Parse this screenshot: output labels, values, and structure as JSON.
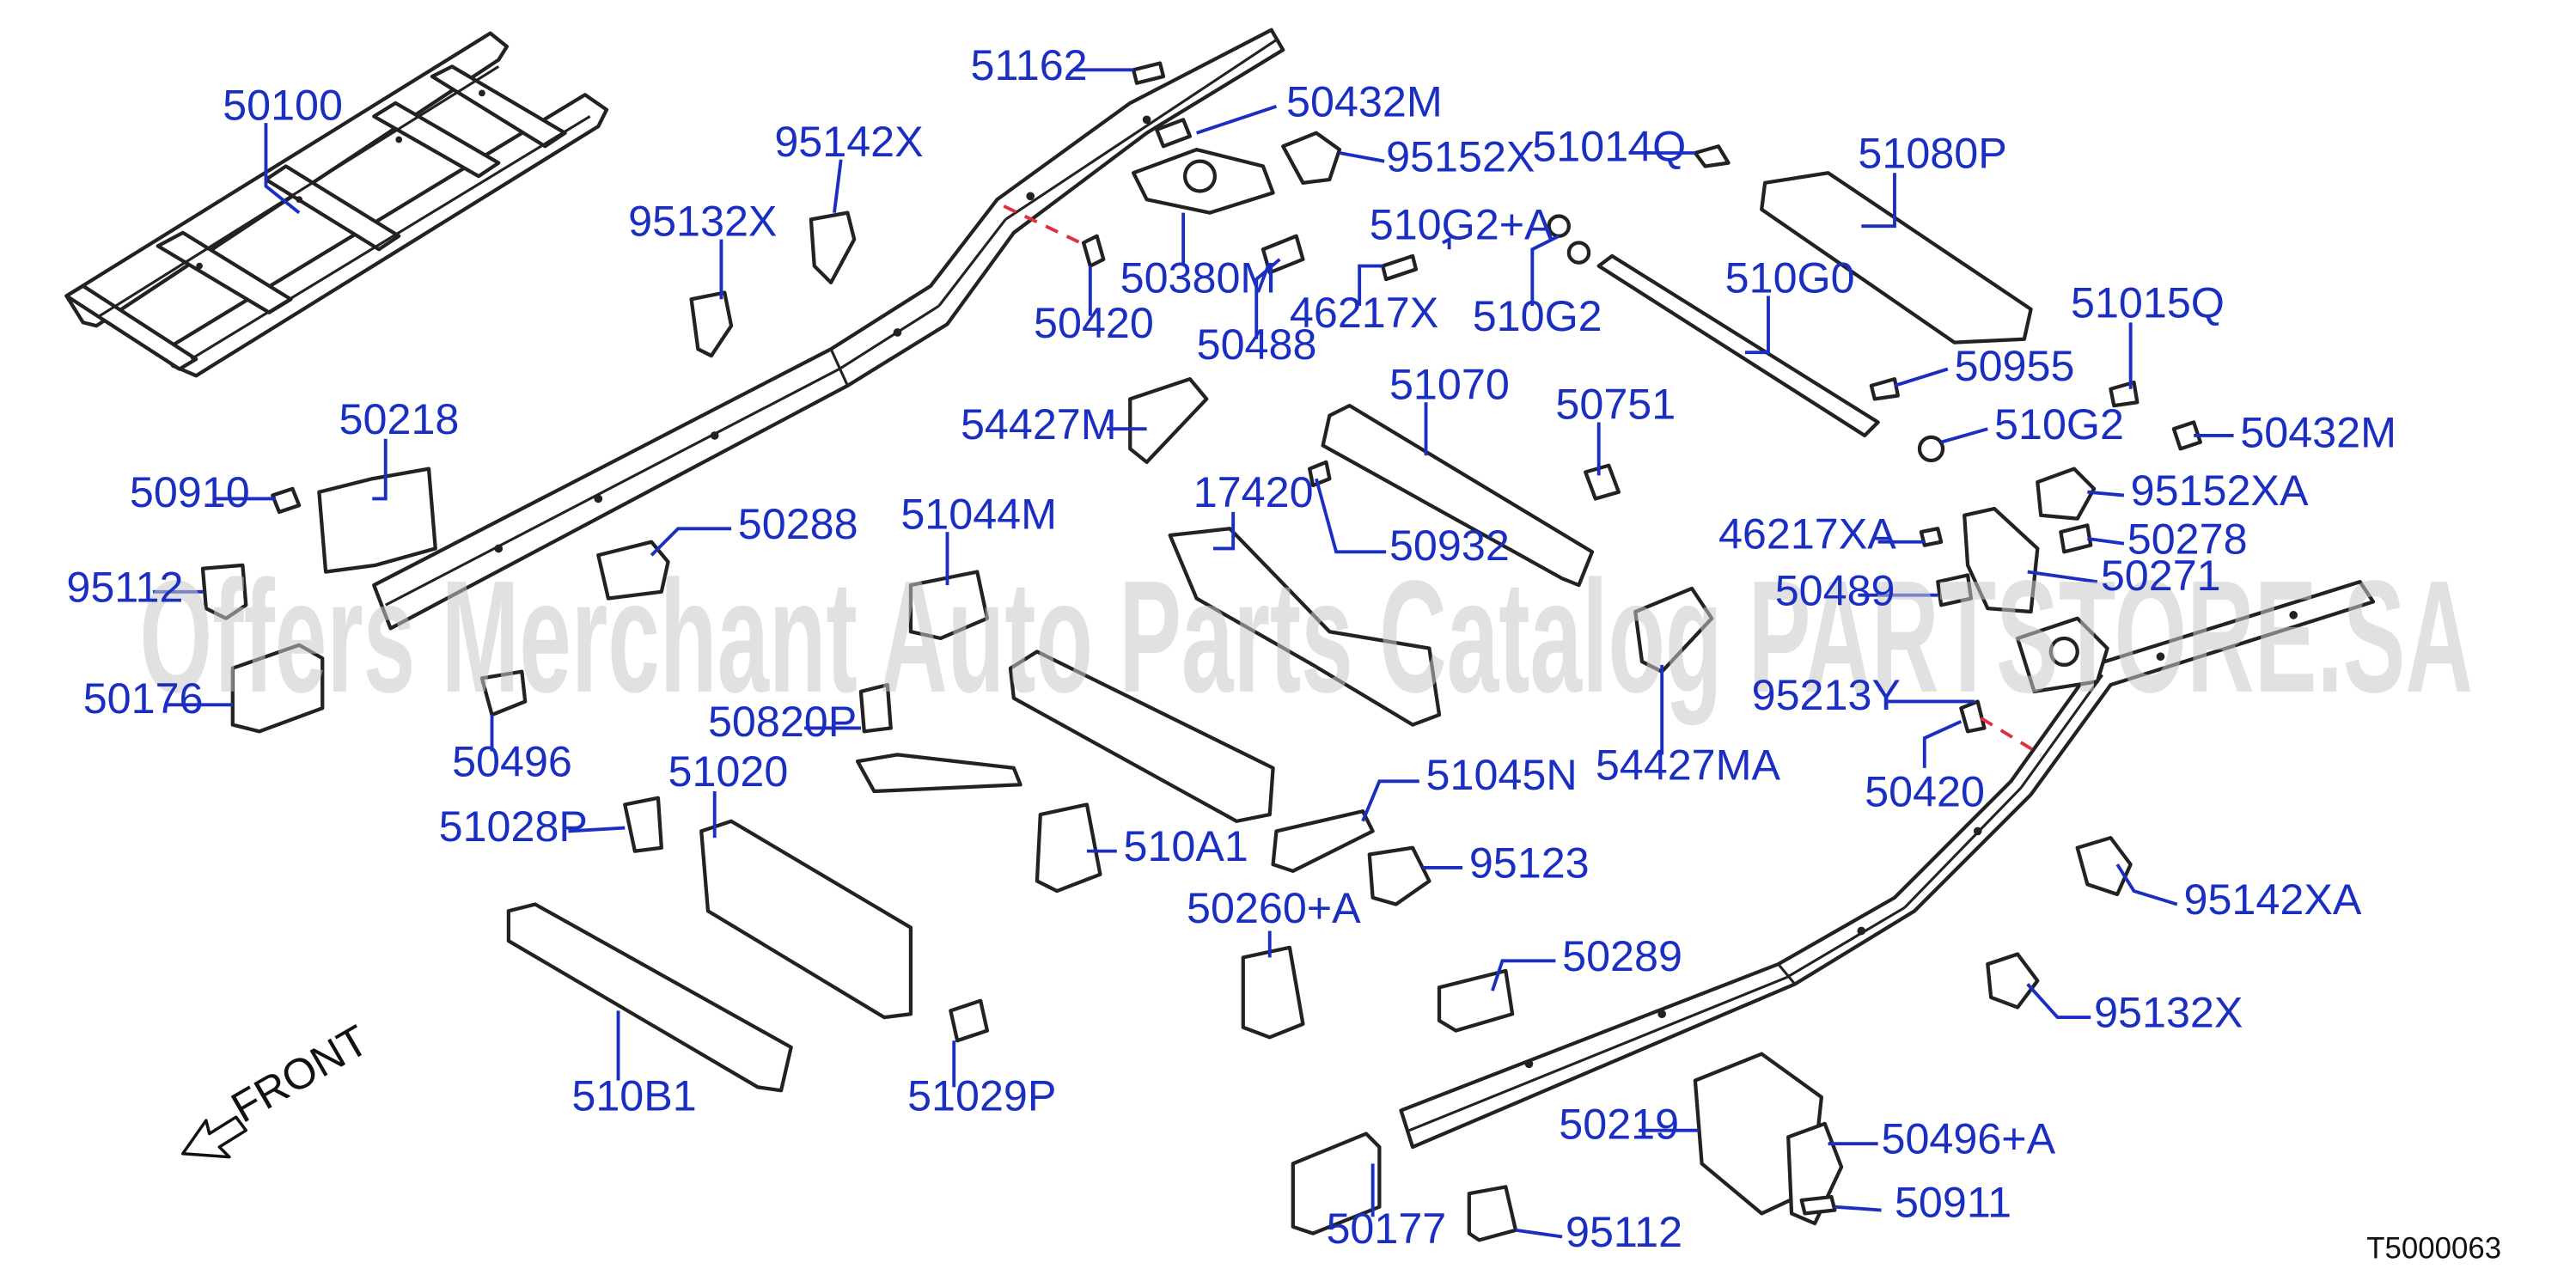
{
  "diagram": {
    "labels": {
      "l50100": "50100",
      "l51162a": "51162",
      "l50432Ma": "50432M",
      "l95142X": "95142X",
      "l95152X": "95152X",
      "l51014Q": "51014Q",
      "l51080P": "51080P",
      "l95132X": "95132X",
      "l50380M": "50380M",
      "l510G2A": "510G2+A",
      "l510G2a": "510G2",
      "l510G0": "510G0",
      "l50420a": "50420",
      "l46217X": "46217X",
      "l50488": "50488",
      "l51015Q": "51015Q",
      "l50955": "50955",
      "l54427M": "54427M",
      "l51070": "51070",
      "l50751": "50751",
      "l510G2b": "510G2",
      "l50432Mb": "50432M",
      "l50218": "50218",
      "l50910": "50910",
      "l95152XA": "95152XA",
      "l50288": "50288",
      "l51044M": "51044M",
      "l17420": "17420",
      "l50932": "50932",
      "l46217XA": "46217XA",
      "l50278": "50278",
      "l95112a": "95112",
      "l50489": "50489",
      "l50271": "50271",
      "l50176": "50176",
      "l50820P": "50820P",
      "l95213Y": "95213Y",
      "l50496": "50496",
      "l54427MA": "54427MA",
      "l50420b": "50420",
      "l51020": "51020",
      "l51045N": "51045N",
      "l51028P": "51028P",
      "l510A1": "510A1",
      "l95123": "95123",
      "l95142XA": "95142XA",
      "l50260A": "50260+A",
      "l50289": "50289",
      "l95132Xb": "95132X",
      "l510B1": "510B1",
      "l51029P": "51029P",
      "l50219": "50219",
      "l50496A": "50496+A",
      "l50177": "50177",
      "l50911": "50911",
      "l95112b": "95112"
    },
    "watermark": "Offers Merchant Auto Parts Catalog PARTSTORE.SA",
    "front_label": "FRONT",
    "drawing_code": "T5000063"
  }
}
